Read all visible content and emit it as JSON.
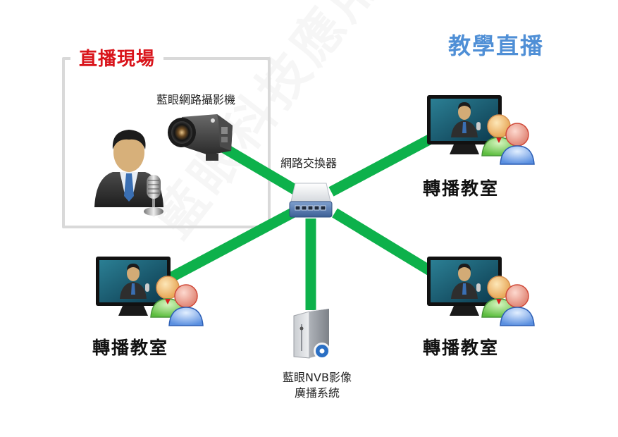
{
  "diagram": {
    "title": "教學直播",
    "title_color": "#4f8fd6",
    "watermark": "藍眼科技應用教學",
    "link_color": "#0db14b",
    "live_site": {
      "title": "直播現場",
      "title_color": "#d9141b",
      "box_color": "#d9d9d9",
      "presenter_icon": "presenter-with-microphone",
      "camera": {
        "label": "藍眼網路攝影機",
        "icon": "ip-camera"
      }
    },
    "switch": {
      "label": "網路交換器",
      "icon": "network-switch"
    },
    "nvb_server": {
      "label_line1": "藍眼NVB影像",
      "label_line2": "廣播系統",
      "icon": "server-tower"
    },
    "classrooms": [
      {
        "label": "轉播教室",
        "position": "top-right",
        "icon": "monitor-with-audience"
      },
      {
        "label": "轉播教室",
        "position": "bottom-left",
        "icon": "monitor-with-audience"
      },
      {
        "label": "轉播教室",
        "position": "bottom-right",
        "icon": "monitor-with-audience"
      }
    ],
    "links": [
      {
        "from": "camera",
        "to": "switch"
      },
      {
        "from": "switch",
        "to": "classroom-top-right"
      },
      {
        "from": "switch",
        "to": "classroom-bottom-left"
      },
      {
        "from": "switch",
        "to": "classroom-bottom-right"
      },
      {
        "from": "switch",
        "to": "nvb-server"
      }
    ]
  }
}
